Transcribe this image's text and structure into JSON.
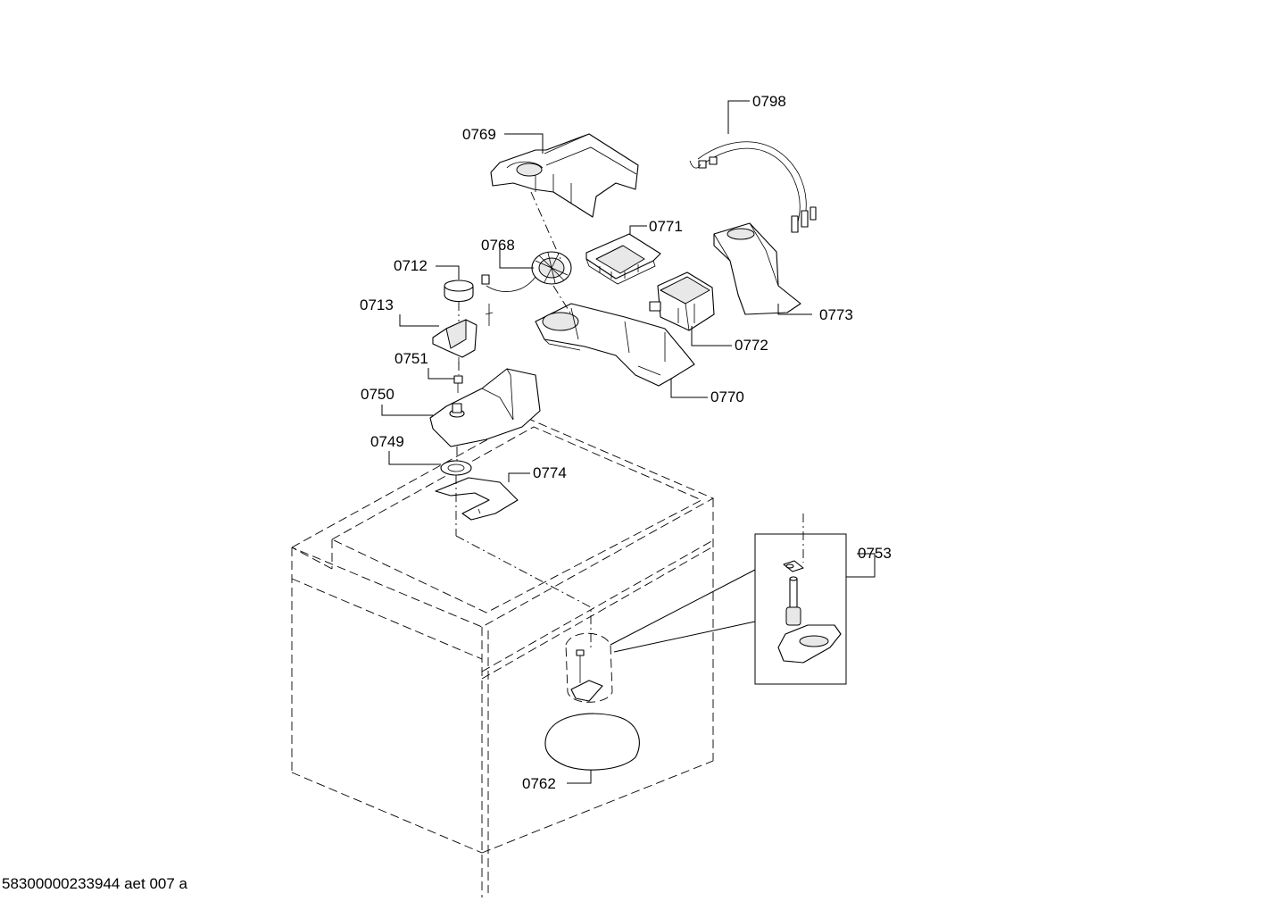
{
  "footer_code": "58300000233944 aet 007 a",
  "labels": {
    "p0798": "0798",
    "p0769": "0769",
    "p0771": "0771",
    "p0768": "0768",
    "p0712": "0712",
    "p0713": "0713",
    "p0773": "0773",
    "p0772": "0772",
    "p0751": "0751",
    "p0750": "0750",
    "p0770": "0770",
    "p0749": "0749",
    "p0774": "0774",
    "p0753": "0753",
    "p0762": "0762"
  }
}
